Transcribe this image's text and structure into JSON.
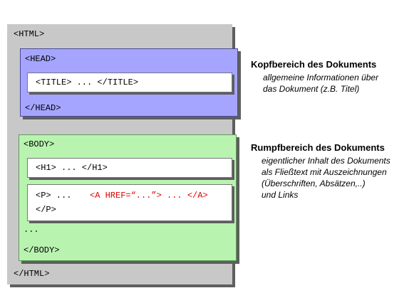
{
  "html_block": {
    "open_tag": "<HTML>",
    "close_tag": "</HTML>",
    "color": "#c8c8c8"
  },
  "head_block": {
    "open_tag": "<HEAD>",
    "close_tag": "</HEAD>",
    "title_line": "<TITLE> ... </TITLE>",
    "color": "#a5a5ff"
  },
  "body_block": {
    "open_tag": "<BODY>",
    "close_tag": "</BODY>",
    "h1_line": "<H1> ... </H1>",
    "p_open": "<P> ...",
    "link_text": "<A HREF=“...”> ... </A>",
    "link_color": "#e00000",
    "p_close": "</P>",
    "ellipsis": "...",
    "color": "#b8f4b0"
  },
  "annotations": {
    "head": {
      "title": "Kopfbereich des Dokuments",
      "lines": [
        "allgemeine Informationen über",
        "das Dokument (z.B. Titel)"
      ]
    },
    "body": {
      "title": "Rumpfbereich des Dokuments",
      "lines": [
        "eigentlicher Inhalt des Dokuments",
        "als Fließtext mit Auszeichnungen",
        "(Überschriften, Absätzen,..)",
        "und Links"
      ]
    }
  }
}
